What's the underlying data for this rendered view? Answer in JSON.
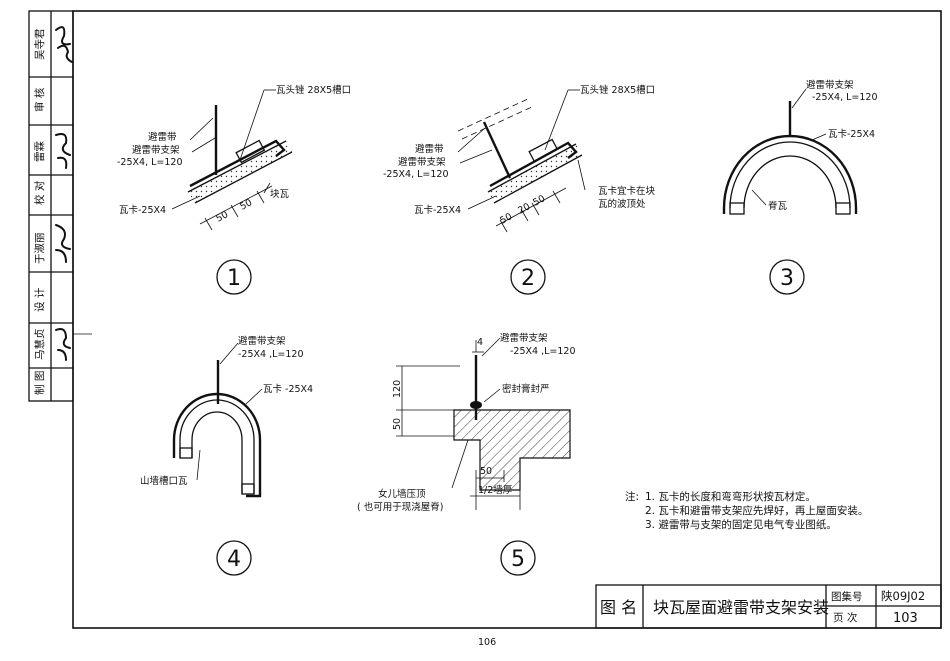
{
  "side_panel": {
    "rows": [
      {
        "label": "吴寺君"
      },
      {
        "label": "审 核"
      },
      {
        "label": "雷霖"
      },
      {
        "label": "校 对"
      },
      {
        "label": "于淑丽"
      },
      {
        "label": "设 计"
      },
      {
        "label": "马慧贞"
      },
      {
        "label": "制 图"
      }
    ]
  },
  "details": [
    {
      "number": "1",
      "labels": {
        "tile_head": "瓦头锉 28X5槽口",
        "lightning_belt": "避雷带",
        "support": "避雷带支架",
        "support_spec": "-25X4, L=120",
        "clip": "瓦卡-25X4",
        "block_tile": "块瓦",
        "dim_a": "50",
        "dim_b": "50"
      }
    },
    {
      "number": "2",
      "labels": {
        "tile_head": "瓦头锉 28X5槽口",
        "lightning_belt": "避雷带",
        "support": "避雷带支架",
        "support_spec": "-25X4, L=120",
        "clip": "瓦卡-25X4",
        "note_line1": "瓦卡宜卡在块",
        "note_line2": "瓦的波顶处",
        "dim_a": "50",
        "dim_b": "20",
        "dim_c": "50"
      }
    },
    {
      "number": "3",
      "labels": {
        "support": "避雷带支架",
        "support_spec": "-25X4, L=120",
        "clip": "瓦卡-25X4",
        "ridge_tile": "脊瓦"
      }
    },
    {
      "number": "4",
      "labels": {
        "support": "避雷带支架",
        "support_spec": "-25X4 ,L=120",
        "clip": "瓦卡 -25X4",
        "gable_tile": "山墙槽口瓦"
      }
    },
    {
      "number": "5",
      "labels": {
        "support": "避雷带支架",
        "support_spec": "-25X4 ,L=120",
        "sealant": "密封膏封严",
        "dim_top": "4",
        "dim_120": "120",
        "dim_50v": "50",
        "dim_50h": "50",
        "half_wall": "1/2墙厚",
        "parapet_line1": "女儿墙压顶",
        "parapet_line2": "( 也可用于现浇屋脊)"
      }
    }
  ],
  "notes": {
    "prefix": "注:",
    "items": [
      "1. 瓦卡的长度和弯弯形状按瓦材定。",
      "2. 瓦卡和避雷带支架应先焊好，再上屋面安装。",
      "3. 避雷带与支架的固定见电气专业图纸。"
    ]
  },
  "title_block": {
    "name_label": "图 名",
    "drawing_name": "块瓦屋面避雷带支架安装",
    "set_label": "图集号",
    "set_value": "陕09J02",
    "page_label": "页 次",
    "page_value": "103"
  },
  "footer": {
    "page_number": "106"
  }
}
